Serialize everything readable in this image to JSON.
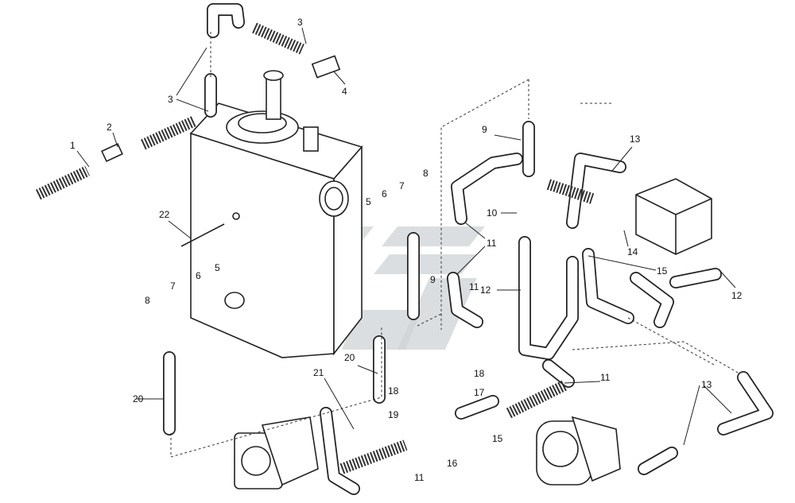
{
  "diagram": {
    "title": "Hydraulic tank, pump and hose assembly exploded view",
    "callouts": [
      "1",
      "2",
      "3",
      "3",
      "4",
      "5",
      "6",
      "7",
      "8",
      "9",
      "10",
      "11",
      "12",
      "13",
      "14",
      "15",
      "12",
      "22",
      "5",
      "6",
      "7",
      "8",
      "9",
      "20",
      "20",
      "21",
      "18",
      "19",
      "18",
      "17",
      "15",
      "16",
      "11",
      "11",
      "13",
      "11"
    ],
    "watermark_color": "#cfd3d6",
    "line_color": "#222222"
  }
}
